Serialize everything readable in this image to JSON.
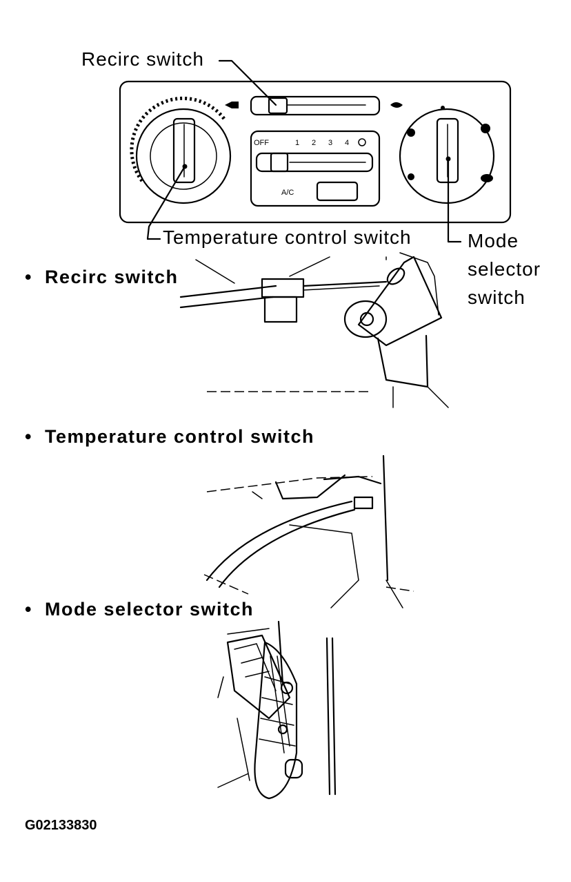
{
  "callouts": {
    "recirc": "Recirc switch",
    "temperature": "Temperature control switch",
    "mode_line1": "Mode",
    "mode_line2": "selector",
    "mode_line3": "switch"
  },
  "panel": {
    "fan_off": "OFF",
    "fan_1": "1",
    "fan_2": "2",
    "fan_3": "3",
    "fan_4": "4",
    "ac": "A/C"
  },
  "sections": [
    {
      "bullet": "•",
      "title": "Recirc switch"
    },
    {
      "bullet": "•",
      "title": "Temperature control switch"
    },
    {
      "bullet": "•",
      "title": "Mode selector switch"
    }
  ],
  "figure_code": "G02133830"
}
